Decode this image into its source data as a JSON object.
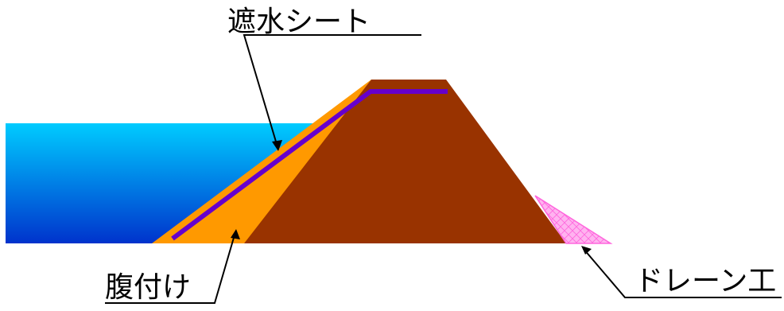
{
  "labels": {
    "sheet": "遮水シート",
    "fill": "腹付け",
    "drain": "ドレーン工"
  },
  "colors": {
    "water_top": "#00CCFF",
    "water_bottom": "#0033CC",
    "embankment": "#993300",
    "fill": "#FF9900",
    "sheet": "#6600CC",
    "drain_fill": "#FFB3F0",
    "drain_stroke": "#FF66DD",
    "leader": "#000000"
  }
}
